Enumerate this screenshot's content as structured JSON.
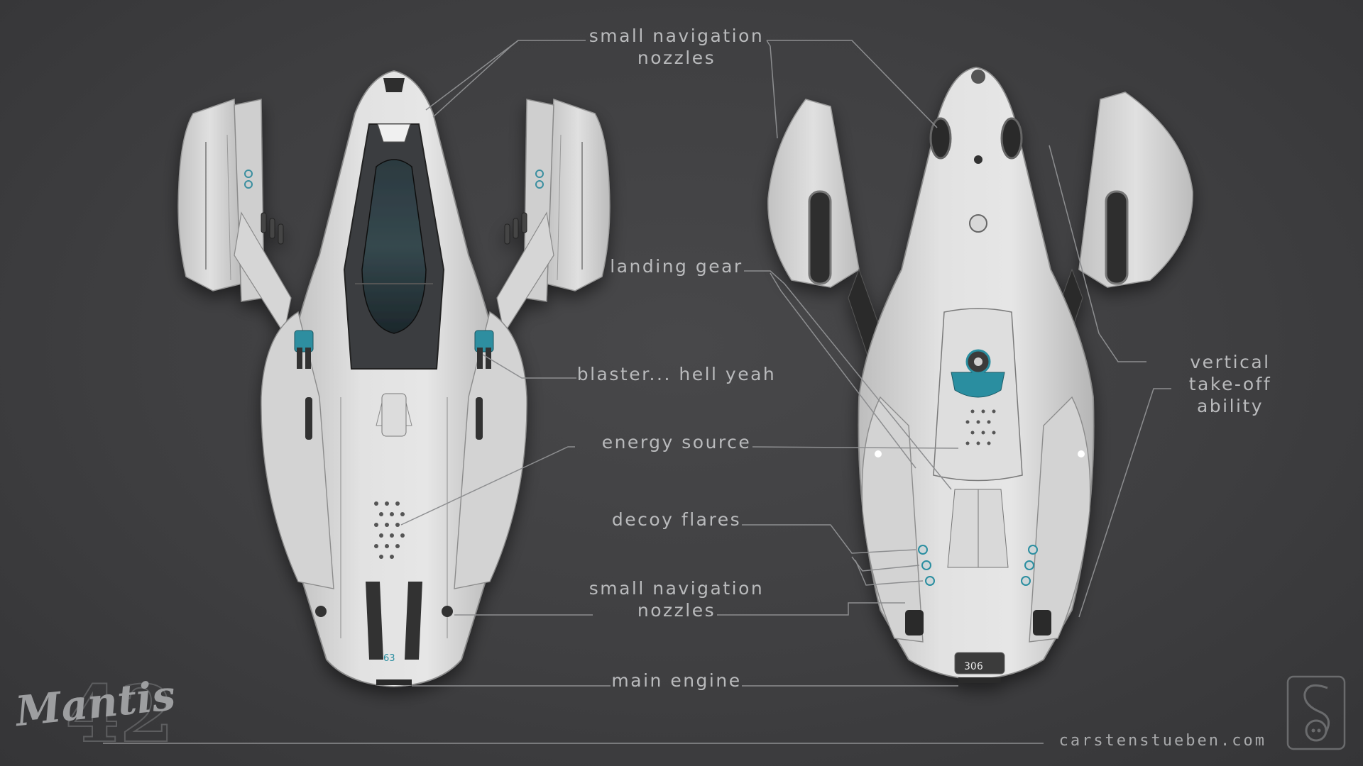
{
  "labels": {
    "nav_top": "small navigation\nnozzles",
    "landing_gear": "landing gear",
    "blaster": "blaster... hell yeah",
    "energy_source": "energy source",
    "vtol": "vertical take-off\nability",
    "decoy_flares": "decoy flares",
    "nav_bottom": "small navigation\nnozzles",
    "main_engine": "main engine"
  },
  "branding": {
    "title_logo": "Mantis",
    "title_number": "42",
    "website": "carstenstueben.com",
    "ship_marking_top": "63",
    "ship_marking_bottom": "306"
  },
  "colors": {
    "background": "#3f3f41",
    "hull": "#d9d9d9",
    "accent_teal": "#2a8ea0",
    "canopy": "#1f2d33",
    "leader_lines": "#8d8e90"
  }
}
